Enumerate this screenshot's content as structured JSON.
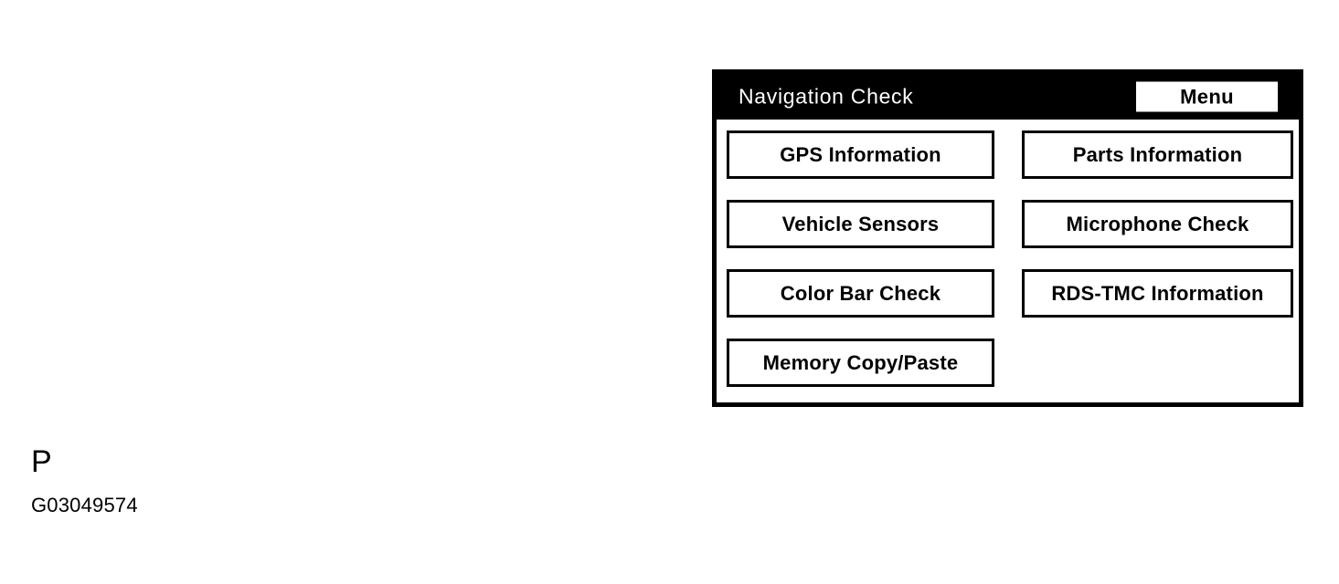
{
  "screen": {
    "header": {
      "title": "Navigation Check",
      "menu_label": "Menu",
      "background_color": "#000000",
      "text_color": "#ffffff"
    },
    "buttons": {
      "left_column": [
        {
          "label": "GPS Information"
        },
        {
          "label": "Vehicle Sensors"
        },
        {
          "label": "Color Bar Check"
        },
        {
          "label": "Memory Copy/Paste"
        }
      ],
      "right_column": [
        {
          "label": "Parts Information"
        },
        {
          "label": "Microphone Check"
        },
        {
          "label": "RDS-TMC Information"
        }
      ]
    },
    "frame_color": "#000000",
    "background_color": "#ffffff"
  },
  "caption": {
    "letter": "P",
    "code": "G03049574"
  }
}
